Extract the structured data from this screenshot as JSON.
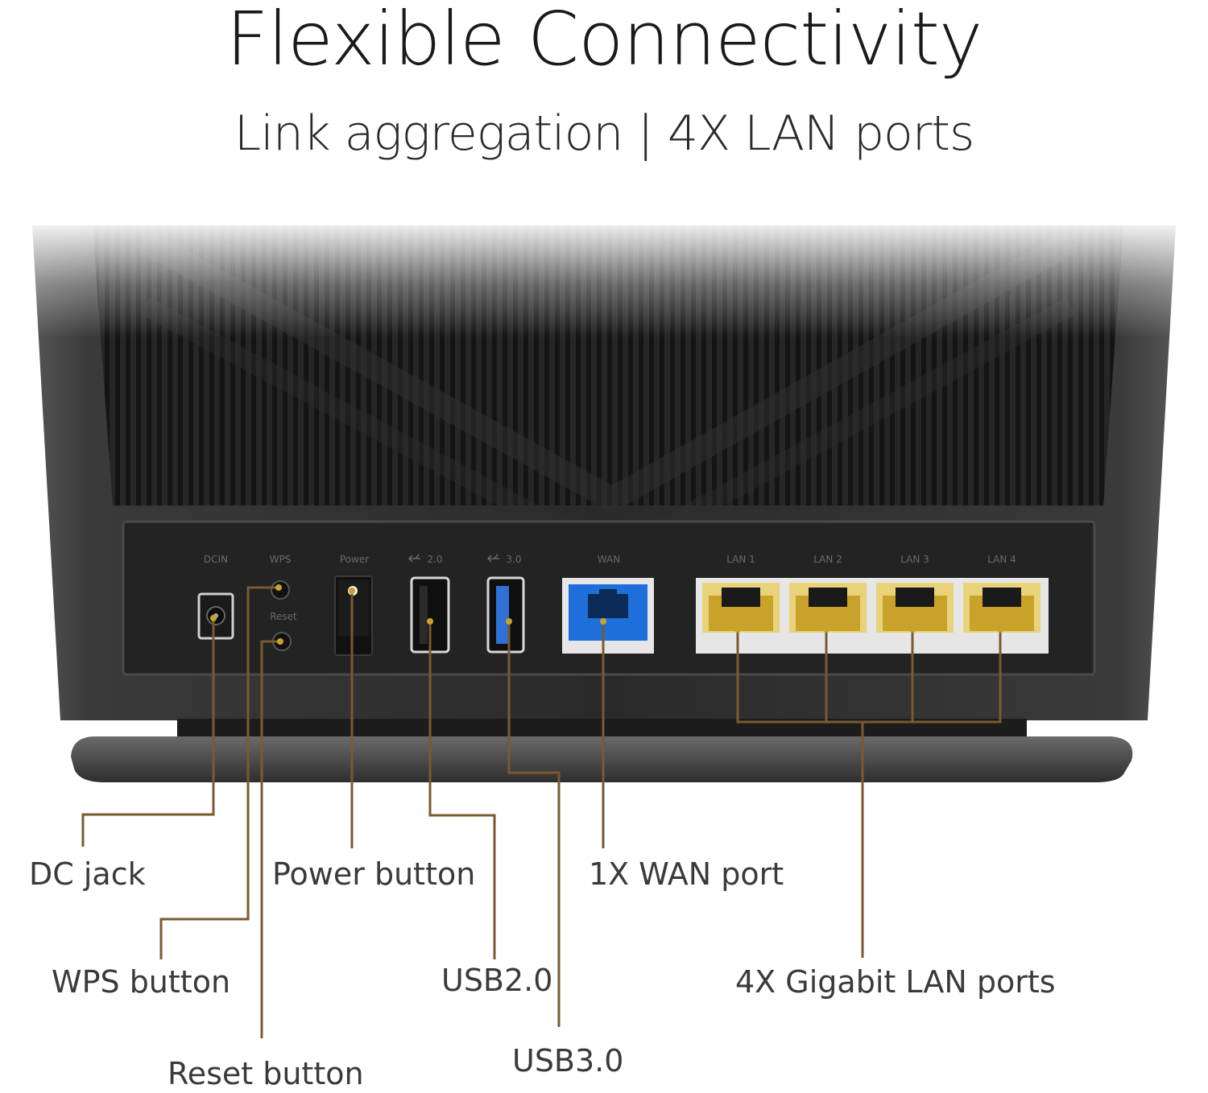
{
  "header": {
    "title": "Flexible Connectivity",
    "subtitle": "Link aggregation | 4X LAN ports"
  },
  "device": {
    "port_labels": {
      "dcin": "DCIN",
      "wps": "WPS",
      "reset": "Reset",
      "power": "Power",
      "usb2": "2.0",
      "usb3": "3.0",
      "wan": "WAN",
      "lan1": "LAN 1",
      "lan2": "LAN 2",
      "lan3": "LAN 3",
      "lan4": "LAN 4"
    }
  },
  "callouts": {
    "dc_jack": "DC jack",
    "wps_button": "WPS button",
    "reset_button": "Reset button",
    "power_button": "Power button",
    "usb2": "USB2.0",
    "usb3": "USB3.0",
    "wan_port": "1X WAN port",
    "lan_ports": "4X Gigabit LAN ports"
  },
  "colors": {
    "leader_line": "#7a5a30",
    "usb3_blue": "#2f6fd6",
    "wan_blue": "#1e6fd9",
    "lan_yellow": "#e8d27a",
    "lan_gold": "#c9a22a",
    "body_dark": "#2b2b2b"
  }
}
